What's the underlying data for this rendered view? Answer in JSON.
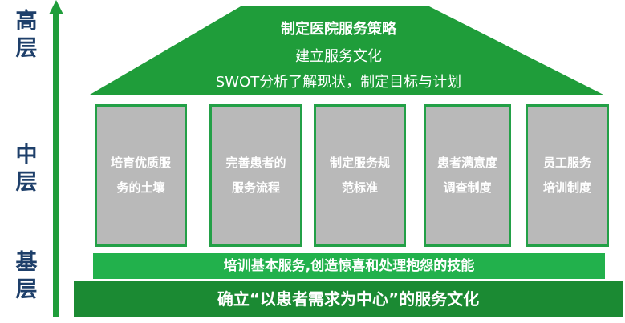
{
  "axis": {
    "high": [
      "高",
      "层"
    ],
    "mid": [
      "中",
      "层"
    ],
    "base": [
      "基",
      "层"
    ]
  },
  "roof": {
    "line1": "制定医院服务策略",
    "line2": "建立服务文化",
    "line3": "SWOT分析了解现状，制定目标与计划"
  },
  "pillars": [
    {
      "line1": "培育优质服",
      "line2": "务的土壤"
    },
    {
      "line1": "完善患者的",
      "line2": "服务流程"
    },
    {
      "line1": "制定服务规",
      "line2": "范标准"
    },
    {
      "line1": "患者满意度",
      "line2": "调查制度"
    },
    {
      "line1": "员工服务",
      "line2": "培训制度"
    }
  ],
  "base": {
    "upper": "培训基本服务,创造惊喜和处理抱怨的技能",
    "lower": "确立“以患者需求为中心”的服务文化"
  },
  "colors": {
    "roof": "#1f9d3a",
    "pillar_fill": "#b9b9b9",
    "pillar_border": "#23a047",
    "base_upper": "#22b14c",
    "base_lower": "#1b8a33",
    "axis_text": "#1e3f6a",
    "arrow": "#1f9d3a"
  }
}
